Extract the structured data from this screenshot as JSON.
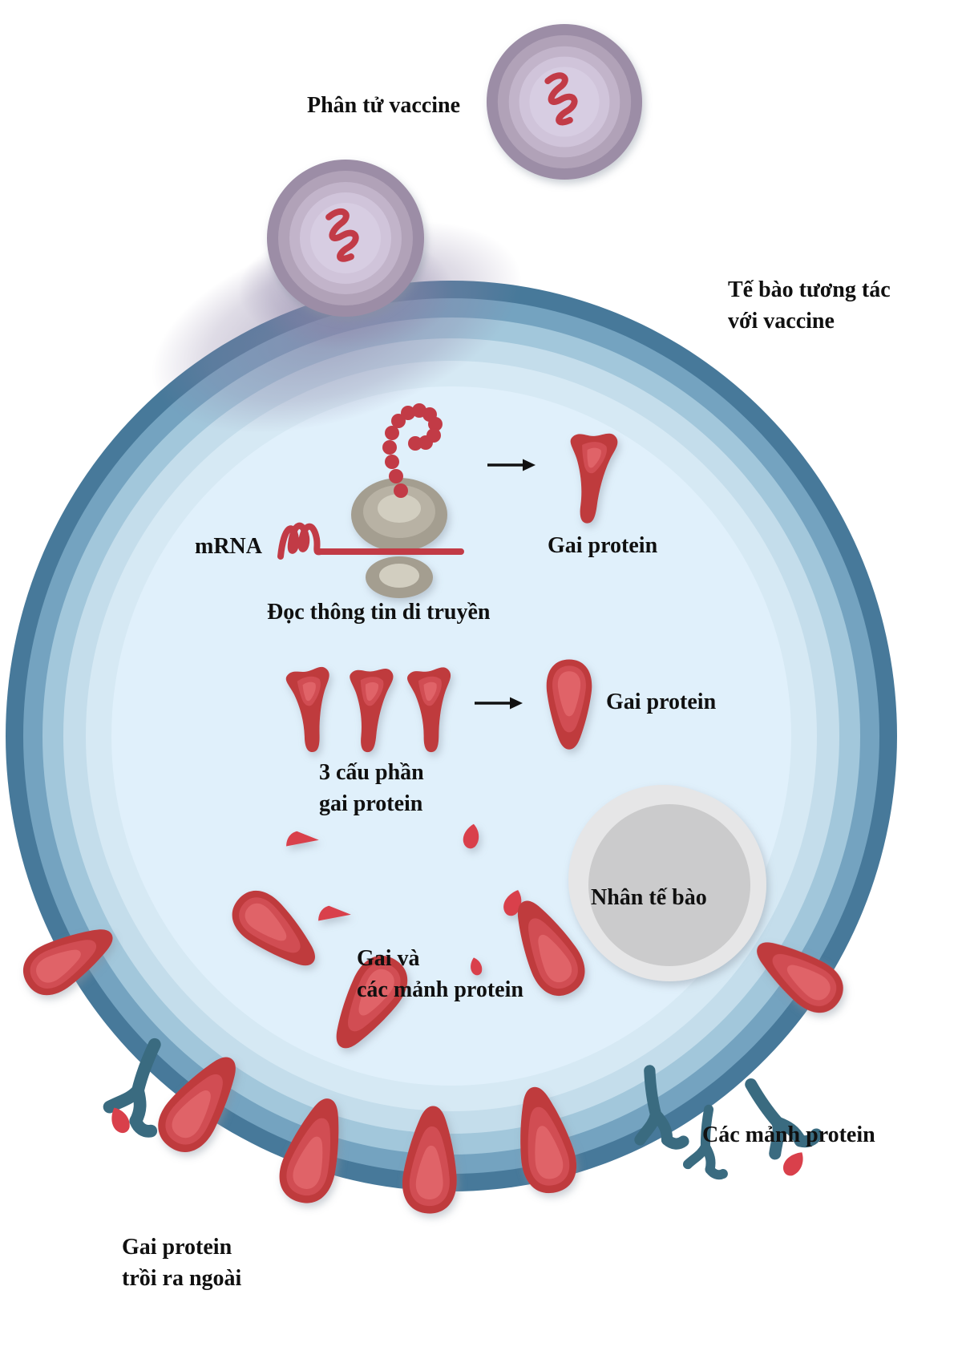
{
  "labels": {
    "vaccine_molecule": "Phân tử vaccine",
    "cell_interaction_line1": "Tế bào tương tác",
    "cell_interaction_line2": "với vaccine",
    "mrna": "mRNA",
    "read_genetic_info": "Đọc thông tin di truyền",
    "spike_protein_top": "Gai protein",
    "spike_protein_mid": "Gai protein",
    "three_components_line1": "3 cấu phần",
    "three_components_line2": "gai protein",
    "nucleus": "Nhân tế bào",
    "fragments_line1": "Gai và",
    "fragments_line2": "các mảnh protein",
    "protruding_line1": "Gai protein",
    "protruding_line2": "trồi ra ngoài",
    "protein_fragments": "Các mảnh protein"
  },
  "icons": {
    "arrow_translation": "right-arrow",
    "arrow_assembly": "right-arrow"
  },
  "colors": {
    "background": "#ffffff",
    "membrane_1": "#47799a",
    "membrane_2": "#74a3c0",
    "membrane_3": "#a2c7db",
    "membrane_4": "#c4ddeb",
    "membrane_5": "#d6e9f4",
    "cytoplasm": "#e0f0fb",
    "vaccine_1": "#9c8da6",
    "vaccine_2": "#b1a2b8",
    "vaccine_3": "#c2b4ca",
    "vaccine_4": "#d0c4da",
    "vaccine_5": "#d7cde2",
    "mrna_red": "#c23b46",
    "spike_red": "#bf3a3e",
    "spike_red_mid": "#d14d52",
    "spike_red_light": "#e06468",
    "fragment_red": "#d9404b",
    "ribosome_dark": "#a49e90",
    "ribosome_mid": "#b8b2a4",
    "ribosome_light": "#d2cec0",
    "nucleus_outer": "#e6e6e7",
    "nucleus_inner": "#cbcbcc",
    "branch_teal": "#3a6b80",
    "arrow_black": "#111111",
    "label_color": "#101010",
    "purple_blend": "#8d82a6"
  }
}
